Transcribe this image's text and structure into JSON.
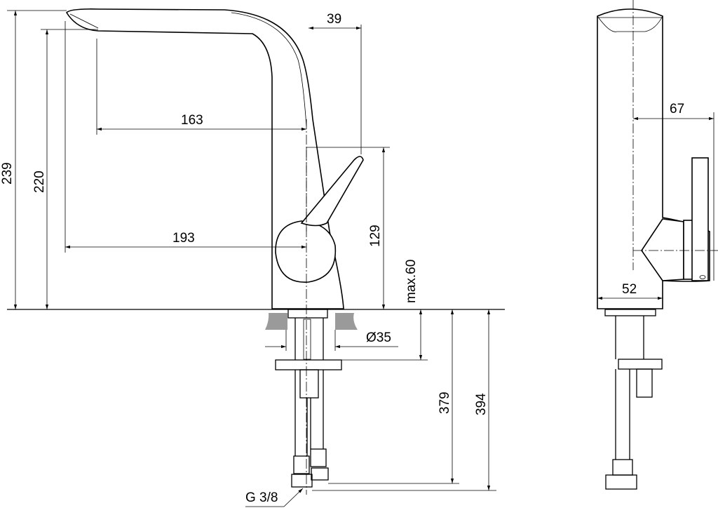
{
  "drawing": {
    "title": "Faucet technical dimension drawing",
    "front_view": {
      "dimensions": {
        "total_height": "239",
        "spout_height": "220",
        "spout_top_offset": "39",
        "spout_reach_inner": "163",
        "spout_reach_outer": "193",
        "lever_height": "129",
        "max_counter_thickness": "max.60",
        "hole_diameter": "Ø35",
        "hose_length_inner": "379",
        "hose_length_outer": "394",
        "connection_thread": "G 3/8"
      }
    },
    "side_view": {
      "dimensions": {
        "lever_projection": "67",
        "body_width": "52"
      }
    }
  }
}
